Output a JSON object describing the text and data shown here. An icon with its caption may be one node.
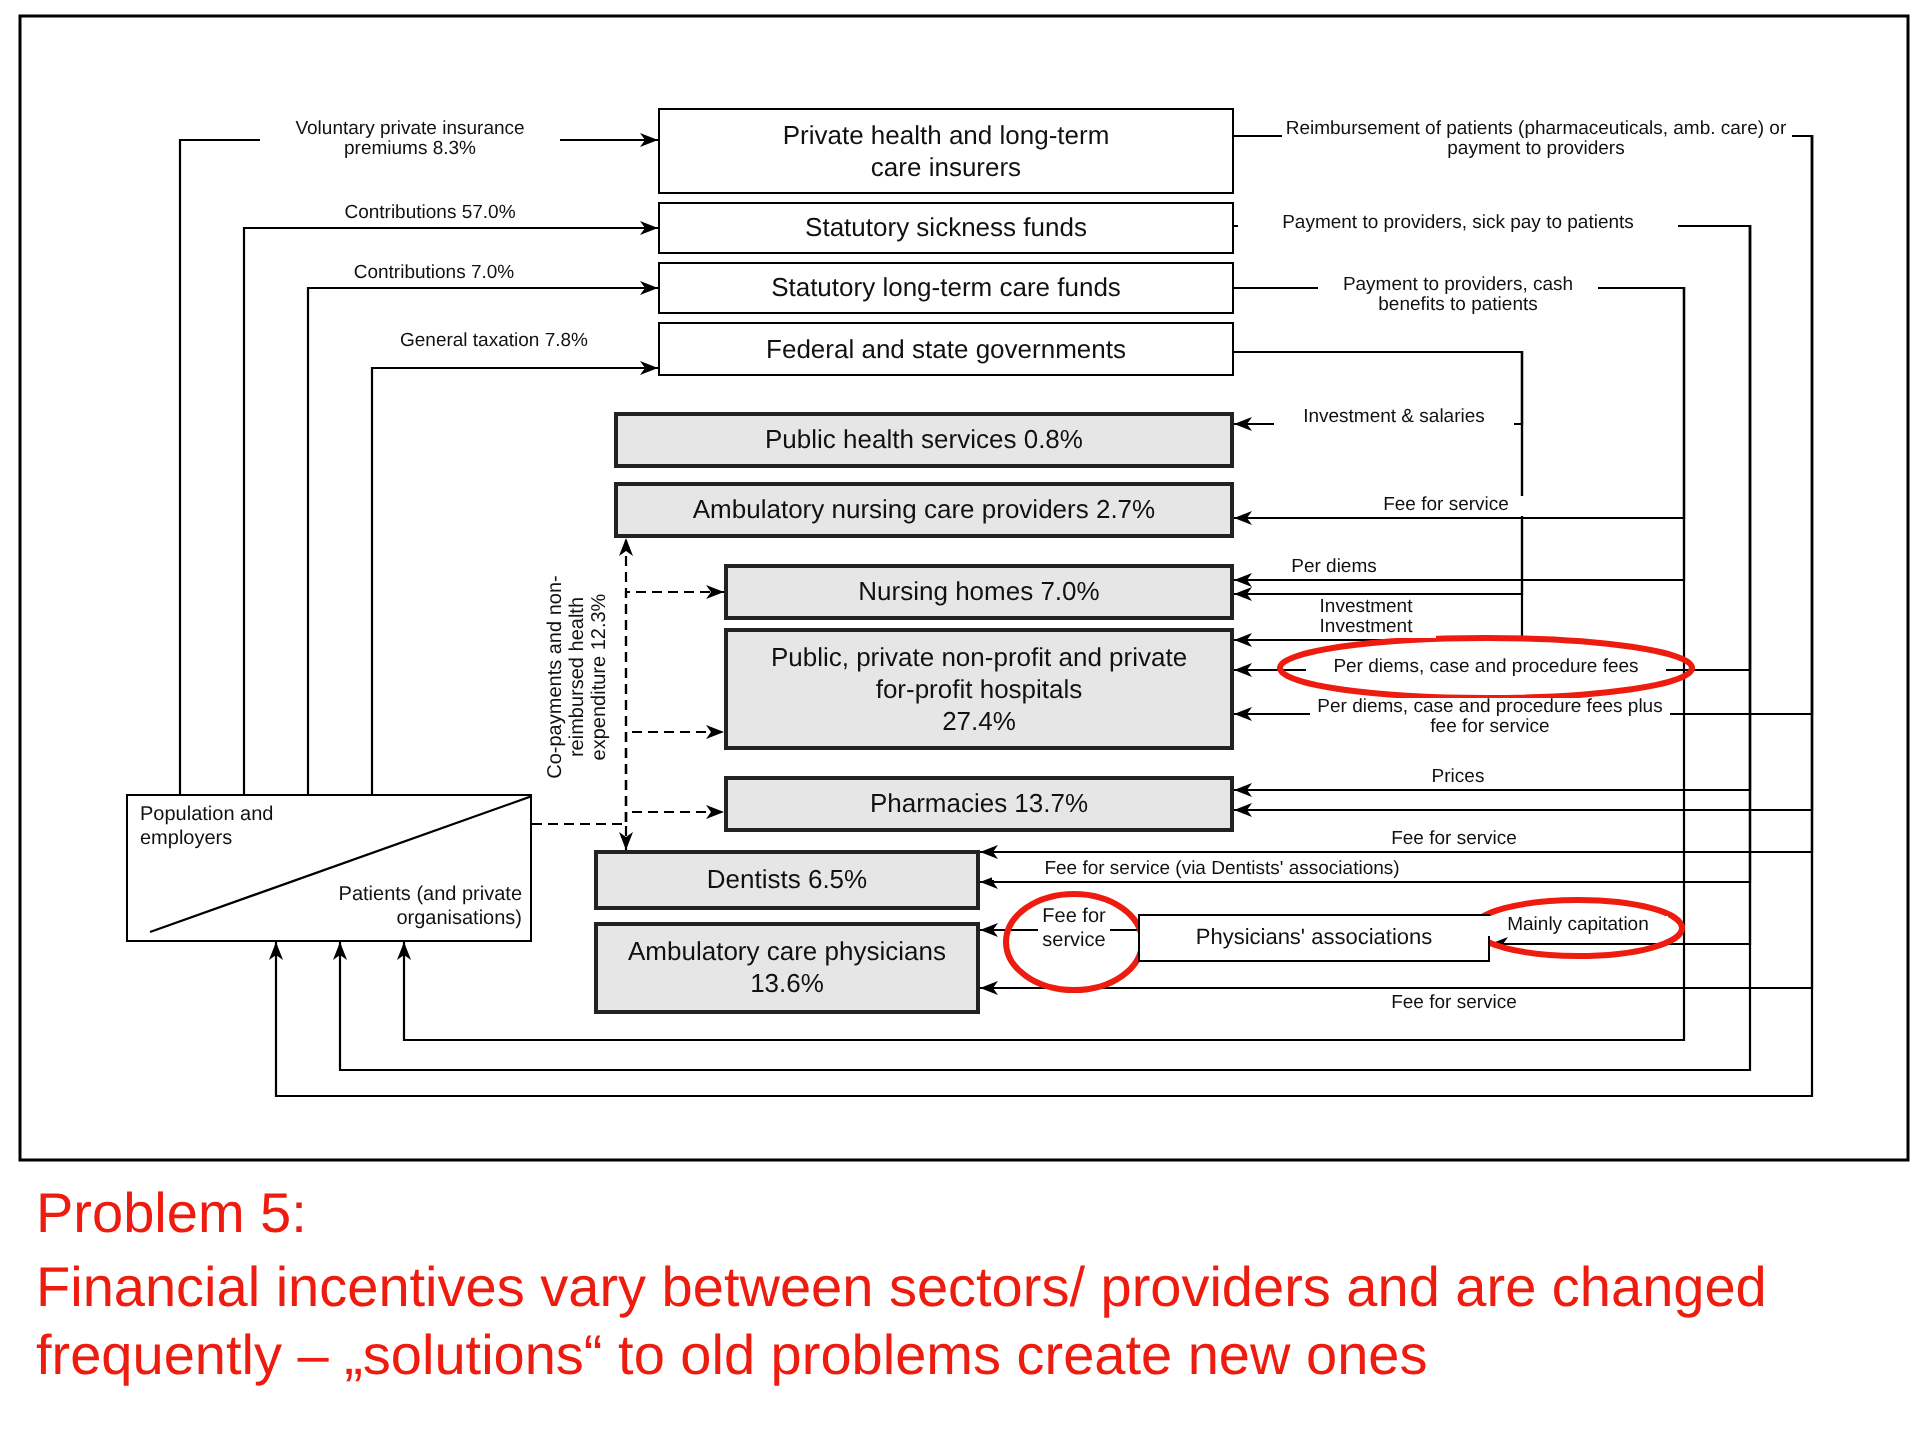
{
  "diagram": {
    "title": "Problem 5:",
    "caption": "Financial incentives vary between sectors/ providers and are changed frequently – „solutions“ to old problems create new ones",
    "nodes": [
      {
        "text": [
          "Private health and long-term care insurers"
        ]
      },
      {
        "text": [
          "Statutory sickness funds"
        ]
      },
      {
        "text": [
          "Statutory long-term care funds"
        ]
      },
      {
        "text": [
          "Federal and state governments"
        ]
      },
      {
        "text": [
          "Public health services 0.8%"
        ]
      },
      {
        "text": [
          "Ambulatory nursing care providers 2.7%"
        ]
      },
      {
        "text": [
          "Nursing homes 7.0%"
        ]
      },
      {
        "text": [
          "Public, private non-profit and private for-profit hospitals",
          "27.4%"
        ]
      },
      {
        "text": [
          "Pharmacies 13.7%"
        ]
      },
      {
        "text": [
          "Dentists 6.5%"
        ]
      },
      {
        "text": [
          "Ambulatory care physicians 13.6%"
        ]
      },
      {
        "text": [
          "Physicians' associations"
        ]
      },
      {
        "text": [
          "Population and employers",
          "Patients (and private organisations)"
        ]
      }
    ],
    "edges": [
      {
        "from": 12,
        "to": 0,
        "arrow": "to",
        "label": "Voluntary private insurance premiums 8.3%"
      },
      {
        "from": 12,
        "to": 1,
        "arrow": "to",
        "label": "Contributions 57.0%"
      },
      {
        "from": 12,
        "to": 2,
        "arrow": "to",
        "label": "Contributions 7.0%"
      },
      {
        "from": 12,
        "to": 3,
        "arrow": "to",
        "label": "General taxation 7.8%"
      },
      {
        "from": 12,
        "to": 5,
        "arrow": "to",
        "style": "dashed",
        "label": "Co-payments and non-reimbursed health expenditure 12.3%"
      },
      {
        "from": 12,
        "to": 6,
        "arrow": "to",
        "style": "dashed"
      },
      {
        "from": 12,
        "to": 7,
        "arrow": "to",
        "style": "dashed"
      },
      {
        "from": 12,
        "to": 8,
        "arrow": "to",
        "style": "dashed"
      },
      {
        "from": 12,
        "to": 9,
        "arrow": "to",
        "style": "dashed"
      },
      {
        "from": 3,
        "to": 4,
        "arrow": "to",
        "label": "Investment & salaries"
      },
      {
        "from": 3,
        "to": 6,
        "arrow": "to",
        "label": "Investment"
      },
      {
        "from": 3,
        "to": 7,
        "arrow": "to",
        "label": "Investment"
      },
      {
        "from": 2,
        "to": 5,
        "arrow": "to",
        "label": "Fee for service"
      },
      {
        "from": 2,
        "to": 6,
        "arrow": "to",
        "label": "Per diems"
      },
      {
        "from": 2,
        "to": 12,
        "arrow": "to",
        "label": "Payment to providers, cash benefits to patients"
      },
      {
        "from": 1,
        "to": 7,
        "arrow": "to",
        "label": "Per diems, case and procedure fees"
      },
      {
        "from": 1,
        "to": 8,
        "arrow": "to",
        "label": "Prices"
      },
      {
        "from": 1,
        "to": 9,
        "arrow": "to",
        "label": "Fee for service (via Dentists' associations)"
      },
      {
        "from": 1,
        "to": 11,
        "arrow": "to",
        "label": "Mainly capitation"
      },
      {
        "from": 1,
        "to": 12,
        "arrow": "to",
        "label": "Payment to providers, sick pay to patients"
      },
      {
        "from": 0,
        "to": 7,
        "arrow": "to",
        "label": "Per diems, case and procedure fees plus fee for service"
      },
      {
        "from": 0,
        "to": 8,
        "arrow": "to"
      },
      {
        "from": 0,
        "to": 9,
        "arrow": "to",
        "label": "Fee for service"
      },
      {
        "from": 0,
        "to": 10,
        "arrow": "to",
        "label": "Fee for service"
      },
      {
        "from": 0,
        "to": 12,
        "arrow": "to",
        "label": "Reimbursement of patients (pharmaceuticals, amb. care) or payment to providers"
      },
      {
        "from": 11,
        "to": 10,
        "arrow": "to",
        "label": "Fee for service"
      }
    ]
  }
}
